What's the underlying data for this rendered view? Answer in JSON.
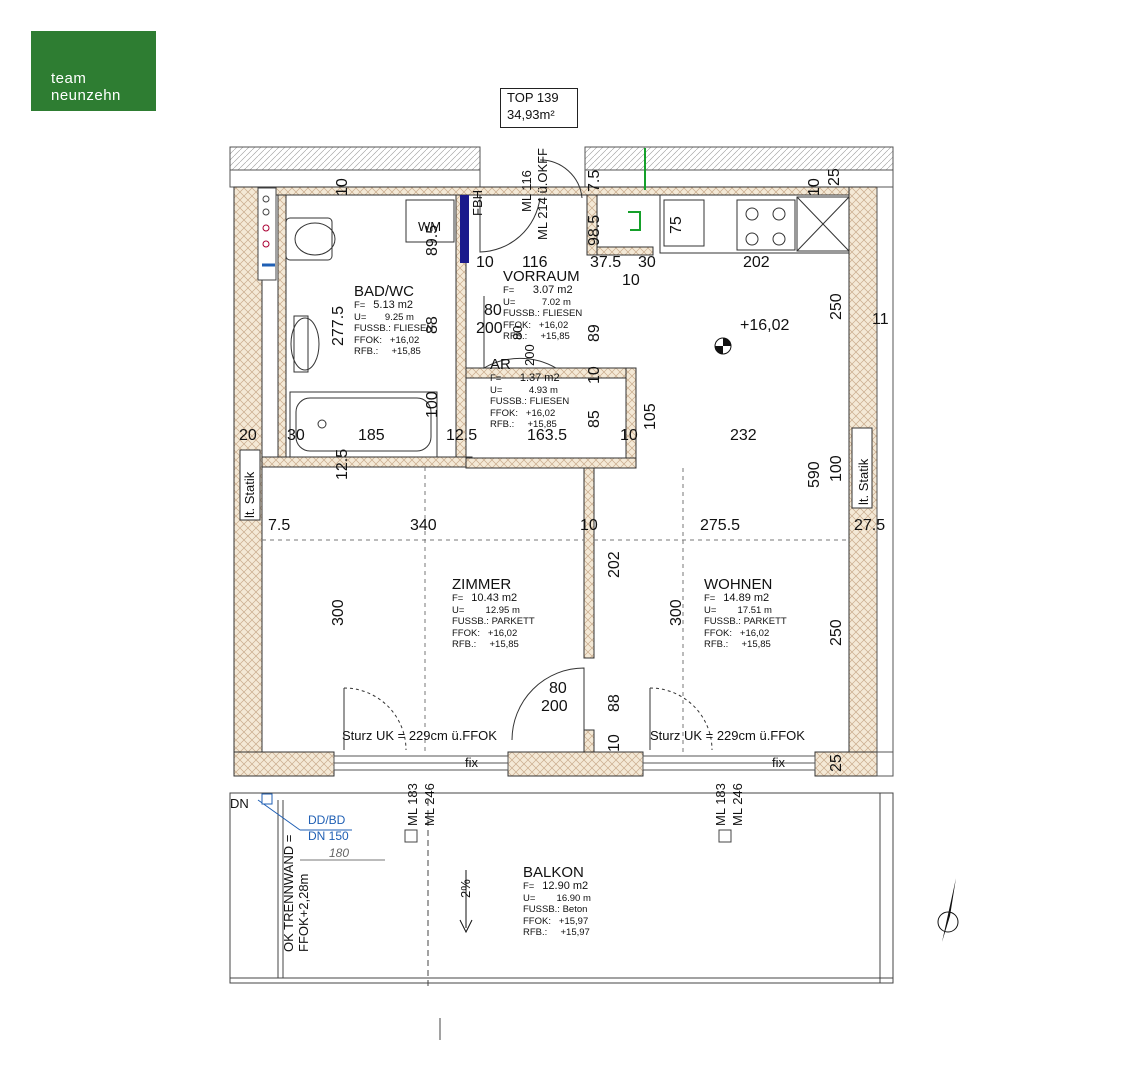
{
  "logo": {
    "line1": "team",
    "line2": "neunzehn"
  },
  "top": {
    "title": "TOP 139",
    "area": "34,93m²"
  },
  "rooms": {
    "bad": {
      "name": "BAD/WC",
      "f": "F=",
      "fval": "5.13 m2",
      "u": "U=",
      "uval": "9.25 m",
      "fussb": "FUSSB.: FLIESEN",
      "ffok": "FFOK:",
      "ffokv": "+16,02",
      "rfb": "RFB.:",
      "rfbv": "+15,85"
    },
    "vorraum": {
      "name": "VORRAUM",
      "f": "F=",
      "fval": "3.07 m2",
      "u": "U=",
      "uval": "7.02 m",
      "fussb": "FUSSB.: FLIESEN",
      "ffok": "FFOK:",
      "ffokv": "+16,02",
      "rfb": "RFB.:",
      "rfbv": "+15,85"
    },
    "ar": {
      "name": "AR",
      "f": "F=",
      "fval": "1.37 m2",
      "u": "U=",
      "uval": "4.93 m",
      "fussb": "FUSSB.: FLIESEN",
      "ffok": "FFOK:",
      "ffokv": "+16,02",
      "rfb": "RFB.:",
      "rfbv": "+15,85"
    },
    "zimmer": {
      "name": "ZIMMER",
      "f": "F=",
      "fval": "10.43 m2",
      "u": "U=",
      "uval": "12.95 m",
      "fussb": "FUSSB.: PARKETT",
      "ffok": "FFOK:",
      "ffokv": "+16,02",
      "rfb": "RFB.:",
      "rfbv": "+15,85"
    },
    "wohnen": {
      "name": "WOHNEN",
      "f": "F=",
      "fval": "14.89 m2",
      "u": "U=",
      "uval": "17.51 m",
      "fussb": "FUSSB.: PARKETT",
      "ffok": "FFOK:",
      "ffokv": "+16,02",
      "rfb": "RFB.:",
      "rfbv": "+15,85"
    },
    "balkon": {
      "name": "BALKON",
      "f": "F=",
      "fval": "12.90 m2",
      "u": "U=",
      "uval": "16.90 m",
      "fussb": "FUSSB.: Beton",
      "ffok": "FFOK:",
      "ffokv": "+15,97",
      "rfb": "RFB.:",
      "rfbv": "+15,97"
    }
  },
  "dims": {
    "d10a": "10",
    "d10b": "10",
    "d25a": "25",
    "d75top": "7.5",
    "d985": "98.5",
    "d75": "75",
    "d375": "37.5",
    "d30a": "30",
    "d202a": "202",
    "d10c": "10",
    "d10d": "10",
    "d116": "116",
    "d250a": "250",
    "d11": "11",
    "d2775": "277.5",
    "d88a": "88",
    "d89a": "89",
    "d80a": "80",
    "d200a": "200",
    "d80v": "80",
    "d200v": "200",
    "d100a": "100",
    "d10e": "10",
    "d85": "85",
    "d105": "105",
    "d20": "20",
    "d30b": "30",
    "d185": "185",
    "d125a": "12.5",
    "d1635": "163.5",
    "d10f": "10",
    "d232": "232",
    "d125b": "12.5",
    "d590": "590",
    "d100b": "100",
    "d75b": "7.5",
    "d340": "340",
    "d10g": "10",
    "d2755": "275.5",
    "d275": "27.5",
    "d300a": "300",
    "d202b": "202",
    "d300b": "300",
    "d250b": "250",
    "d80b": "80",
    "d200b": "200",
    "d88b": "88",
    "d10h": "10",
    "d25b": "25",
    "d180": "180",
    "wm_dim": "89.5"
  },
  "labels": {
    "wm": "WM",
    "fbh": "FBH",
    "ml116": "ML 116",
    "ml214": "ML 214 ü.OKFF",
    "elev": "+16,02",
    "statik": "lt. Statik",
    "sturz1": "Sturz UK = 229cm ü.FFOK",
    "sturz2": "Sturz UK = 229cm ü.FFOK",
    "fix1": "fix",
    "fix2": "fix",
    "ml183a": "ML 183",
    "ml246a": "ML 246",
    "ml183b": "ML 183",
    "ml246b": "ML 246",
    "dn": "DN",
    "ddbd": "DD/BD",
    "dn150": "DN 150",
    "trennwand1": "OK TRENNWAND =",
    "trennwand2": "FFOK+2,28m",
    "gefaelle": "2%"
  },
  "colors": {
    "logo": "#2e7d32",
    "wall": "#f3e7d1",
    "blue": "#1f5fb4",
    "hatch": "#c8a98a"
  }
}
